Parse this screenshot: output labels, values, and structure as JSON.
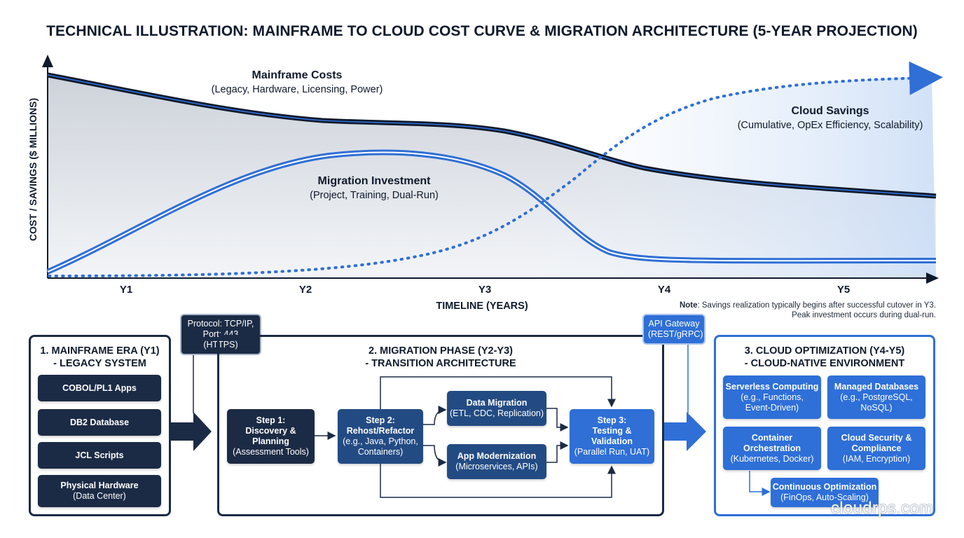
{
  "title": "TECHNICAL ILLUSTRATION: MAINFRAME TO CLOUD COST CURVE & MIGRATION ARCHITECTURE (5-YEAR PROJECTION)",
  "chart_data": {
    "type": "line",
    "ylabel": "COST / SAVINGS ($ MILLIONS)",
    "xlabel": "TIMELINE (YEARS)",
    "categories": [
      "Y1",
      "Y2",
      "Y3",
      "Y4",
      "Y5"
    ],
    "series": [
      {
        "name": "Mainframe Costs",
        "sublabel": "(Legacy, Hardware, Licensing, Power)",
        "color": "#111a2b"
      },
      {
        "name": "Migration Investment",
        "sublabel": "(Project, Training, Dual-Run)",
        "color": "#2f6fd6"
      },
      {
        "name": "Cloud Savings",
        "sublabel": "(Cumulative, OpEx Efficiency, Scalability)",
        "color": "#2f6fd6"
      }
    ],
    "grid": false,
    "note_bold": "Note",
    "note_text": ": Savings realization typically begins after successful cutover in Y3. Peak investment occurs during dual-run."
  },
  "panels": {
    "mainframe": {
      "title_line1": "1. MAINFRAME ERA (Y1)",
      "title_line2": "- LEGACY SYSTEM",
      "items": [
        {
          "label": "COBOL/PL1 Apps",
          "sub": ""
        },
        {
          "label": "DB2 Database",
          "sub": ""
        },
        {
          "label": "JCL Scripts",
          "sub": ""
        },
        {
          "label": "Physical Hardware",
          "sub": "(Data Center)"
        }
      ]
    },
    "migration": {
      "title_line1": "2. MIGRATION PHASE (Y2-Y3)",
      "title_line2": "- TRANSITION ARCHITECTURE",
      "step1": {
        "label": "Step 1:",
        "label2": "Discovery &",
        "label3": "Planning",
        "sub": "(Assessment Tools)"
      },
      "step2": {
        "label": "Step 2:",
        "label2": "Rehost/Refactor",
        "sub": "(e.g., Java, Python,",
        "sub2": "Containers)"
      },
      "data_migration": {
        "label": "Data Migration",
        "sub": "(ETL, CDC, Replication)"
      },
      "app_modernization": {
        "label": "App Modernization",
        "sub": "(Microservices, APIs)"
      },
      "step3": {
        "label": "Step 3:",
        "label2": "Testing &",
        "label3": "Validation",
        "sub": "(Parallel Run, UAT)"
      }
    },
    "cloud": {
      "title_line1": "3. CLOUD OPTIMIZATION (Y4-Y5)",
      "title_line2": "- CLOUD-NATIVE ENVIRONMENT",
      "serverless": {
        "label": "Serverless Computing",
        "sub": "(e.g., Functions,",
        "sub2": "Event-Driven)"
      },
      "managed_db": {
        "label": "Managed Databases",
        "sub": "(e.g., PostgreSQL,",
        "sub2": "NoSQL)"
      },
      "container": {
        "label": "Container",
        "label2": "Orchestration",
        "sub": "(Kubernetes, Docker)"
      },
      "security": {
        "label": "Cloud Security &",
        "label2": "Compliance",
        "sub": "(IAM, Encryption)"
      },
      "optimization": {
        "label": "Continuous Optimization",
        "sub": "(FinOps, Auto-Scaling)"
      }
    }
  },
  "tags": {
    "protocol_line1": "Protocol: TCP/IP,",
    "protocol_line2": "Port: 443 (HTTPS)",
    "api_line1": "API Gateway",
    "api_line2": "(REST/gRPC)"
  },
  "watermark": "cloudrps.com"
}
